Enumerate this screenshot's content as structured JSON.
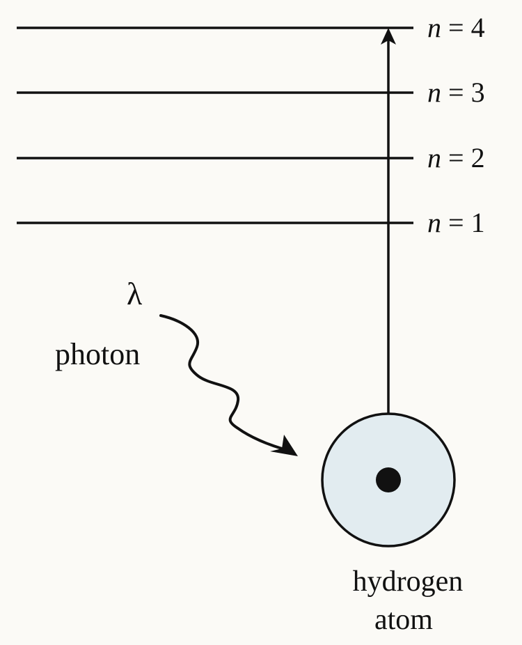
{
  "energy_levels": [
    {
      "var": "n",
      "eq": " = ",
      "num": "4"
    },
    {
      "var": "n",
      "eq": " = ",
      "num": "3"
    },
    {
      "var": "n",
      "eq": " = ",
      "num": "2"
    },
    {
      "var": "n",
      "eq": " = ",
      "num": "1"
    }
  ],
  "photon": {
    "symbol": "λ",
    "label": "photon"
  },
  "atom": {
    "label_line1": "hydrogen",
    "label_line2": "atom"
  },
  "colors": {
    "background": "#fbfaf6",
    "ink": "#111111",
    "atom_fill": "#e2ecf0"
  }
}
